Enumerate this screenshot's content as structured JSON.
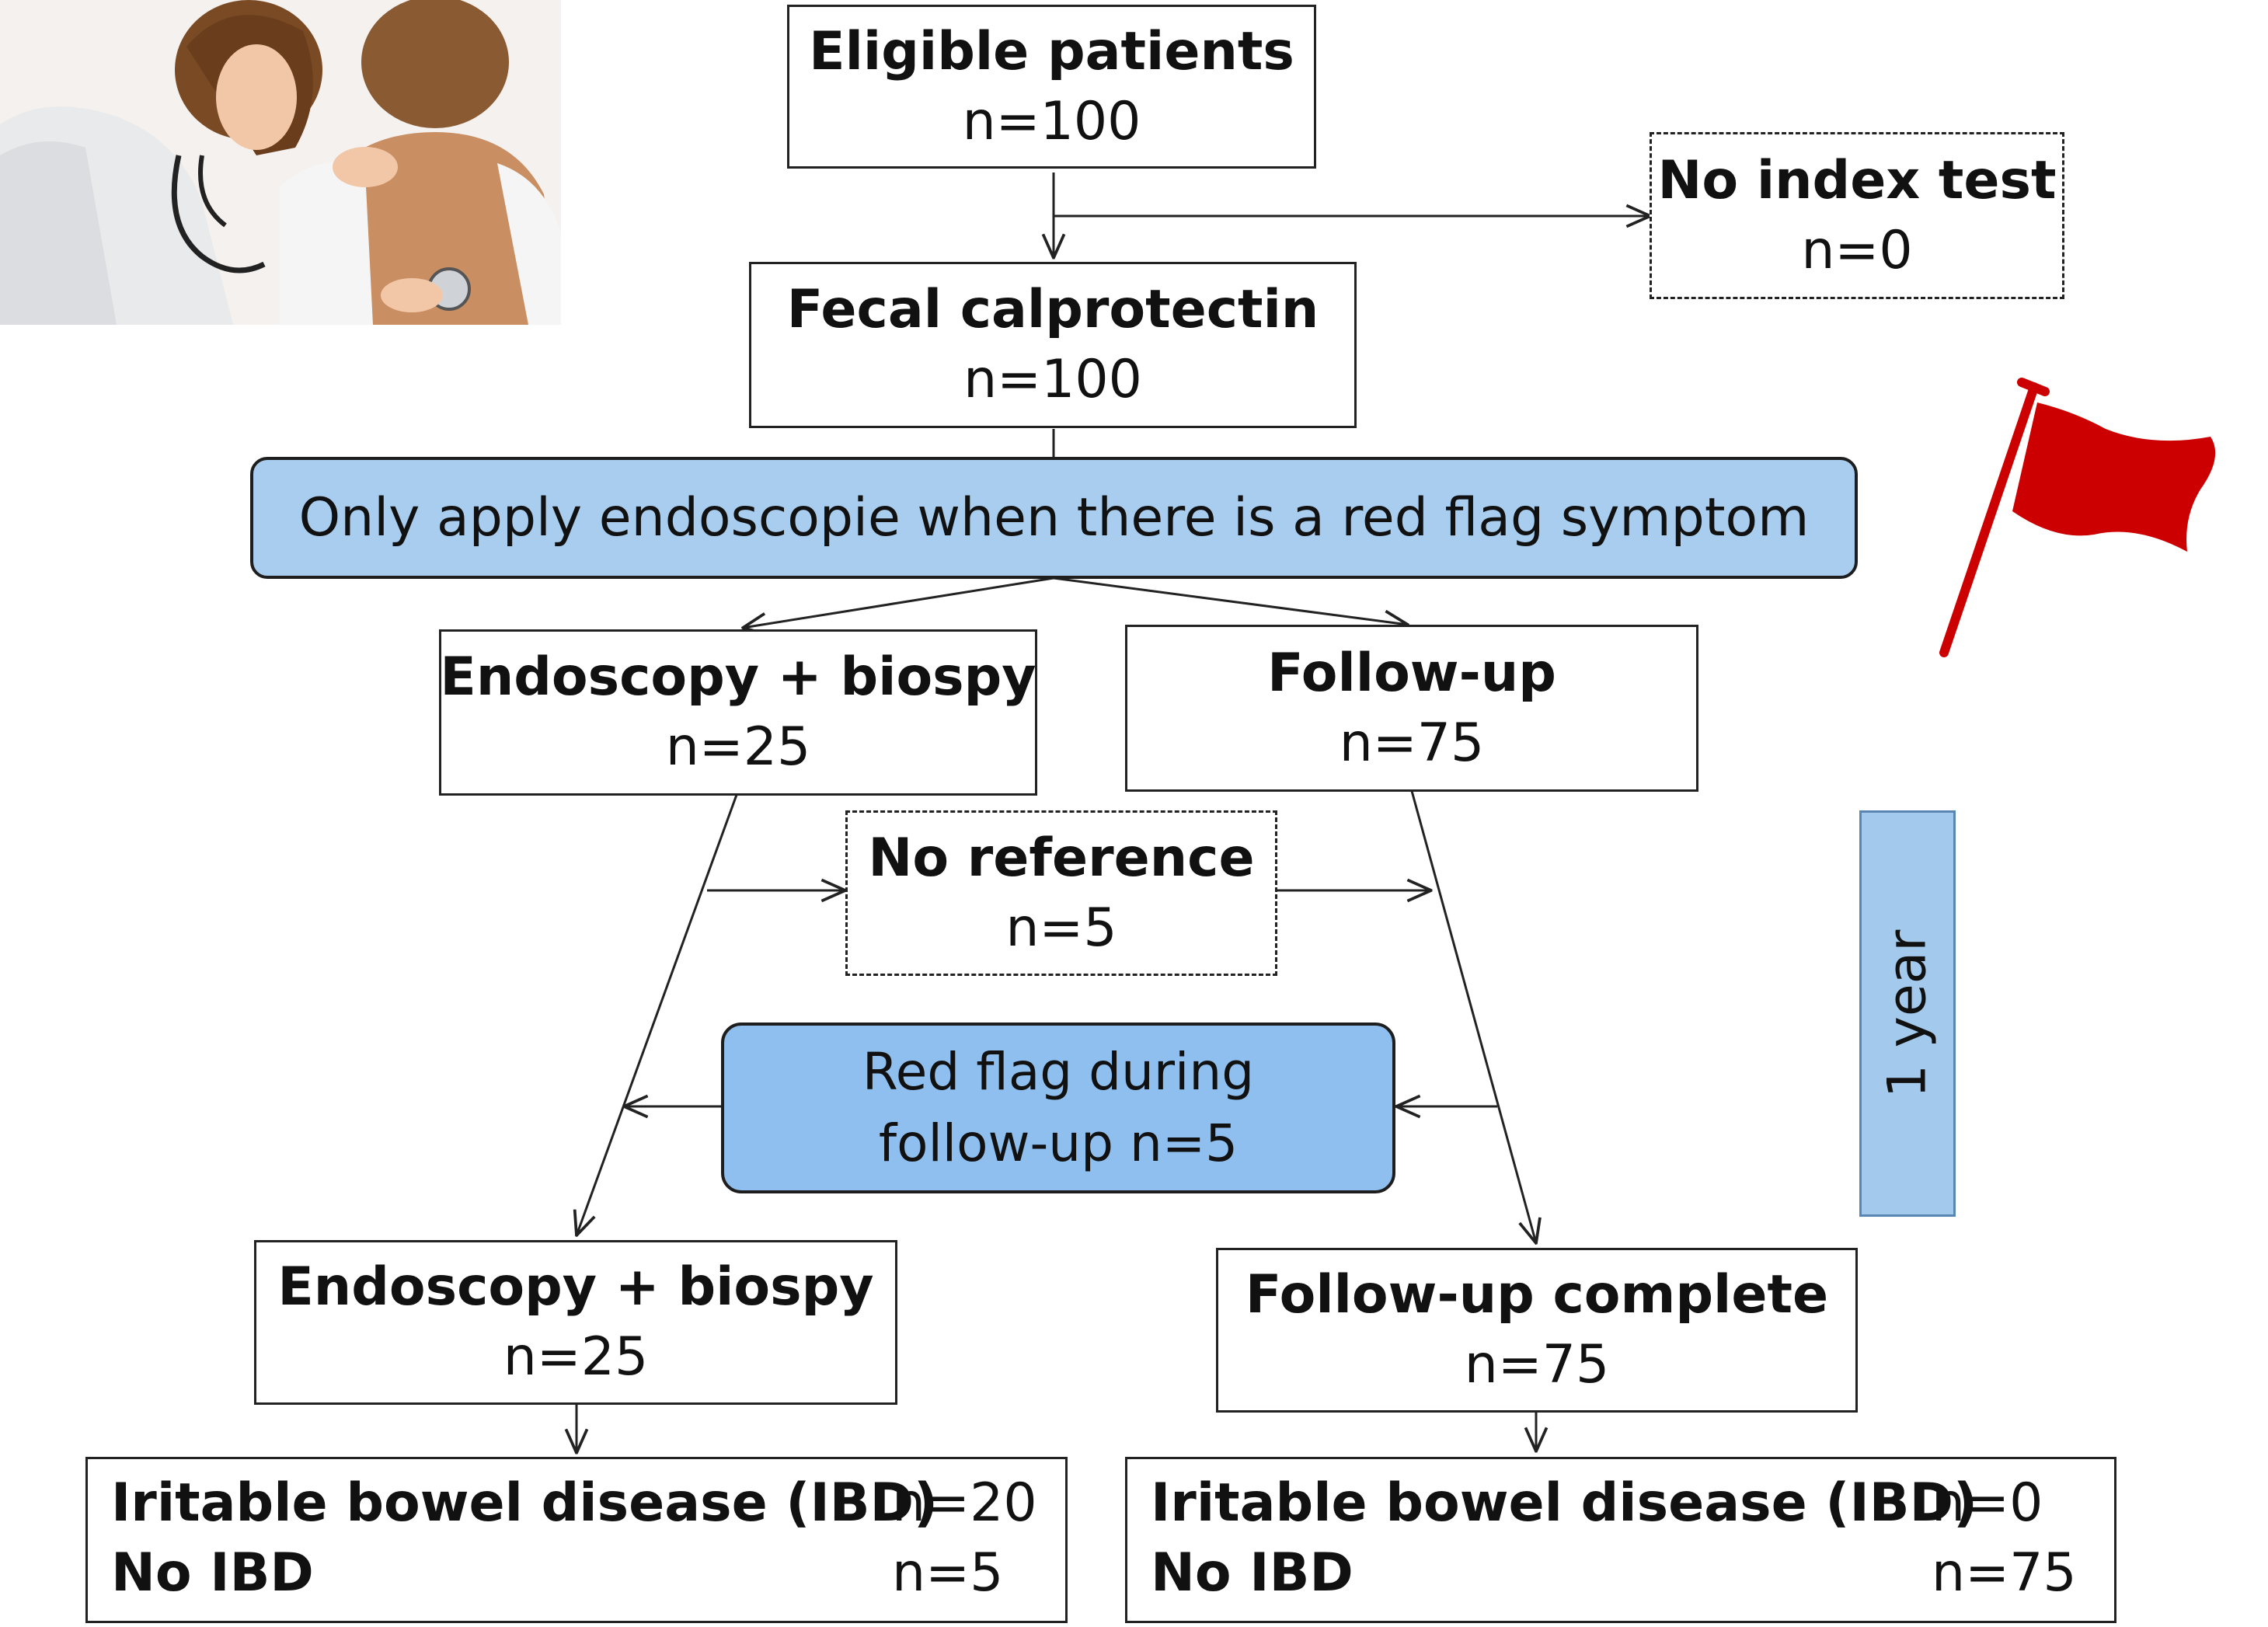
{
  "eligible": {
    "title": "Eligible patients",
    "n": "n=100"
  },
  "no_index": {
    "title": "No index test",
    "n": "n=0"
  },
  "fecal": {
    "title": "Fecal calprotectin",
    "n": "n=100"
  },
  "rule_bar": {
    "text": "Only apply endoscopie when there is a red flag symptom"
  },
  "endo_top": {
    "title": "Endoscopy + biospy",
    "n": "n=25"
  },
  "followup_top": {
    "title": "Follow-up",
    "n": "n=75"
  },
  "no_reference": {
    "title": "No reference",
    "n": "n=5"
  },
  "red_flag_note": {
    "line1": "Red flag during",
    "line2": "follow-up n=5"
  },
  "year_bar": {
    "text": "1 year"
  },
  "endo_bottom": {
    "title": "Endoscopy + biospy",
    "n": "n=25"
  },
  "followup_complete": {
    "title": "Follow-up complete",
    "n": "n=75"
  },
  "result_left": {
    "ibd_label": "Iritable bowel disease (IBD)",
    "ibd_n": "n=20",
    "no_ibd_label": "No IBD",
    "no_ibd_n": "n=5"
  },
  "result_right": {
    "ibd_label": "Iritable bowel disease (IBD)",
    "ibd_n": "n=0",
    "no_ibd_label": "No IBD",
    "no_ibd_n": "n=75"
  },
  "colors": {
    "bar_fill": "#a8cdee",
    "note_fill": "#8fbfee",
    "year_fill": "#a3c9ec",
    "flag_red": "#cc0000"
  }
}
